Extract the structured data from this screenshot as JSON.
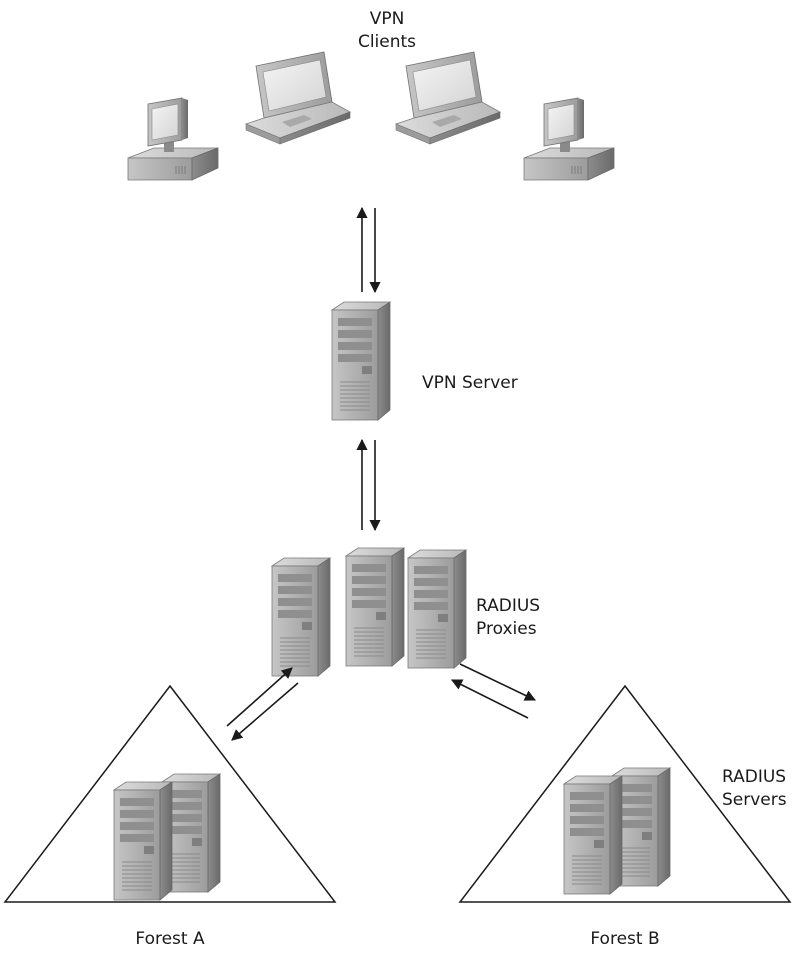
{
  "labels": {
    "vpn_clients_line1": "VPN",
    "vpn_clients_line2": "Clients",
    "vpn_server": "VPN Server",
    "radius_proxies_line1": "RADIUS",
    "radius_proxies_line2": "Proxies",
    "radius_servers_line1": "RADIUS",
    "radius_servers_line2": "Servers",
    "forest_a": "Forest A",
    "forest_b": "Forest B"
  },
  "colors": {
    "line": "#1a1a1a",
    "device_light": "#c8c8c8",
    "device_mid": "#9a9a9a",
    "device_dark": "#6e6e6e",
    "screen": "#e9e9e9"
  }
}
